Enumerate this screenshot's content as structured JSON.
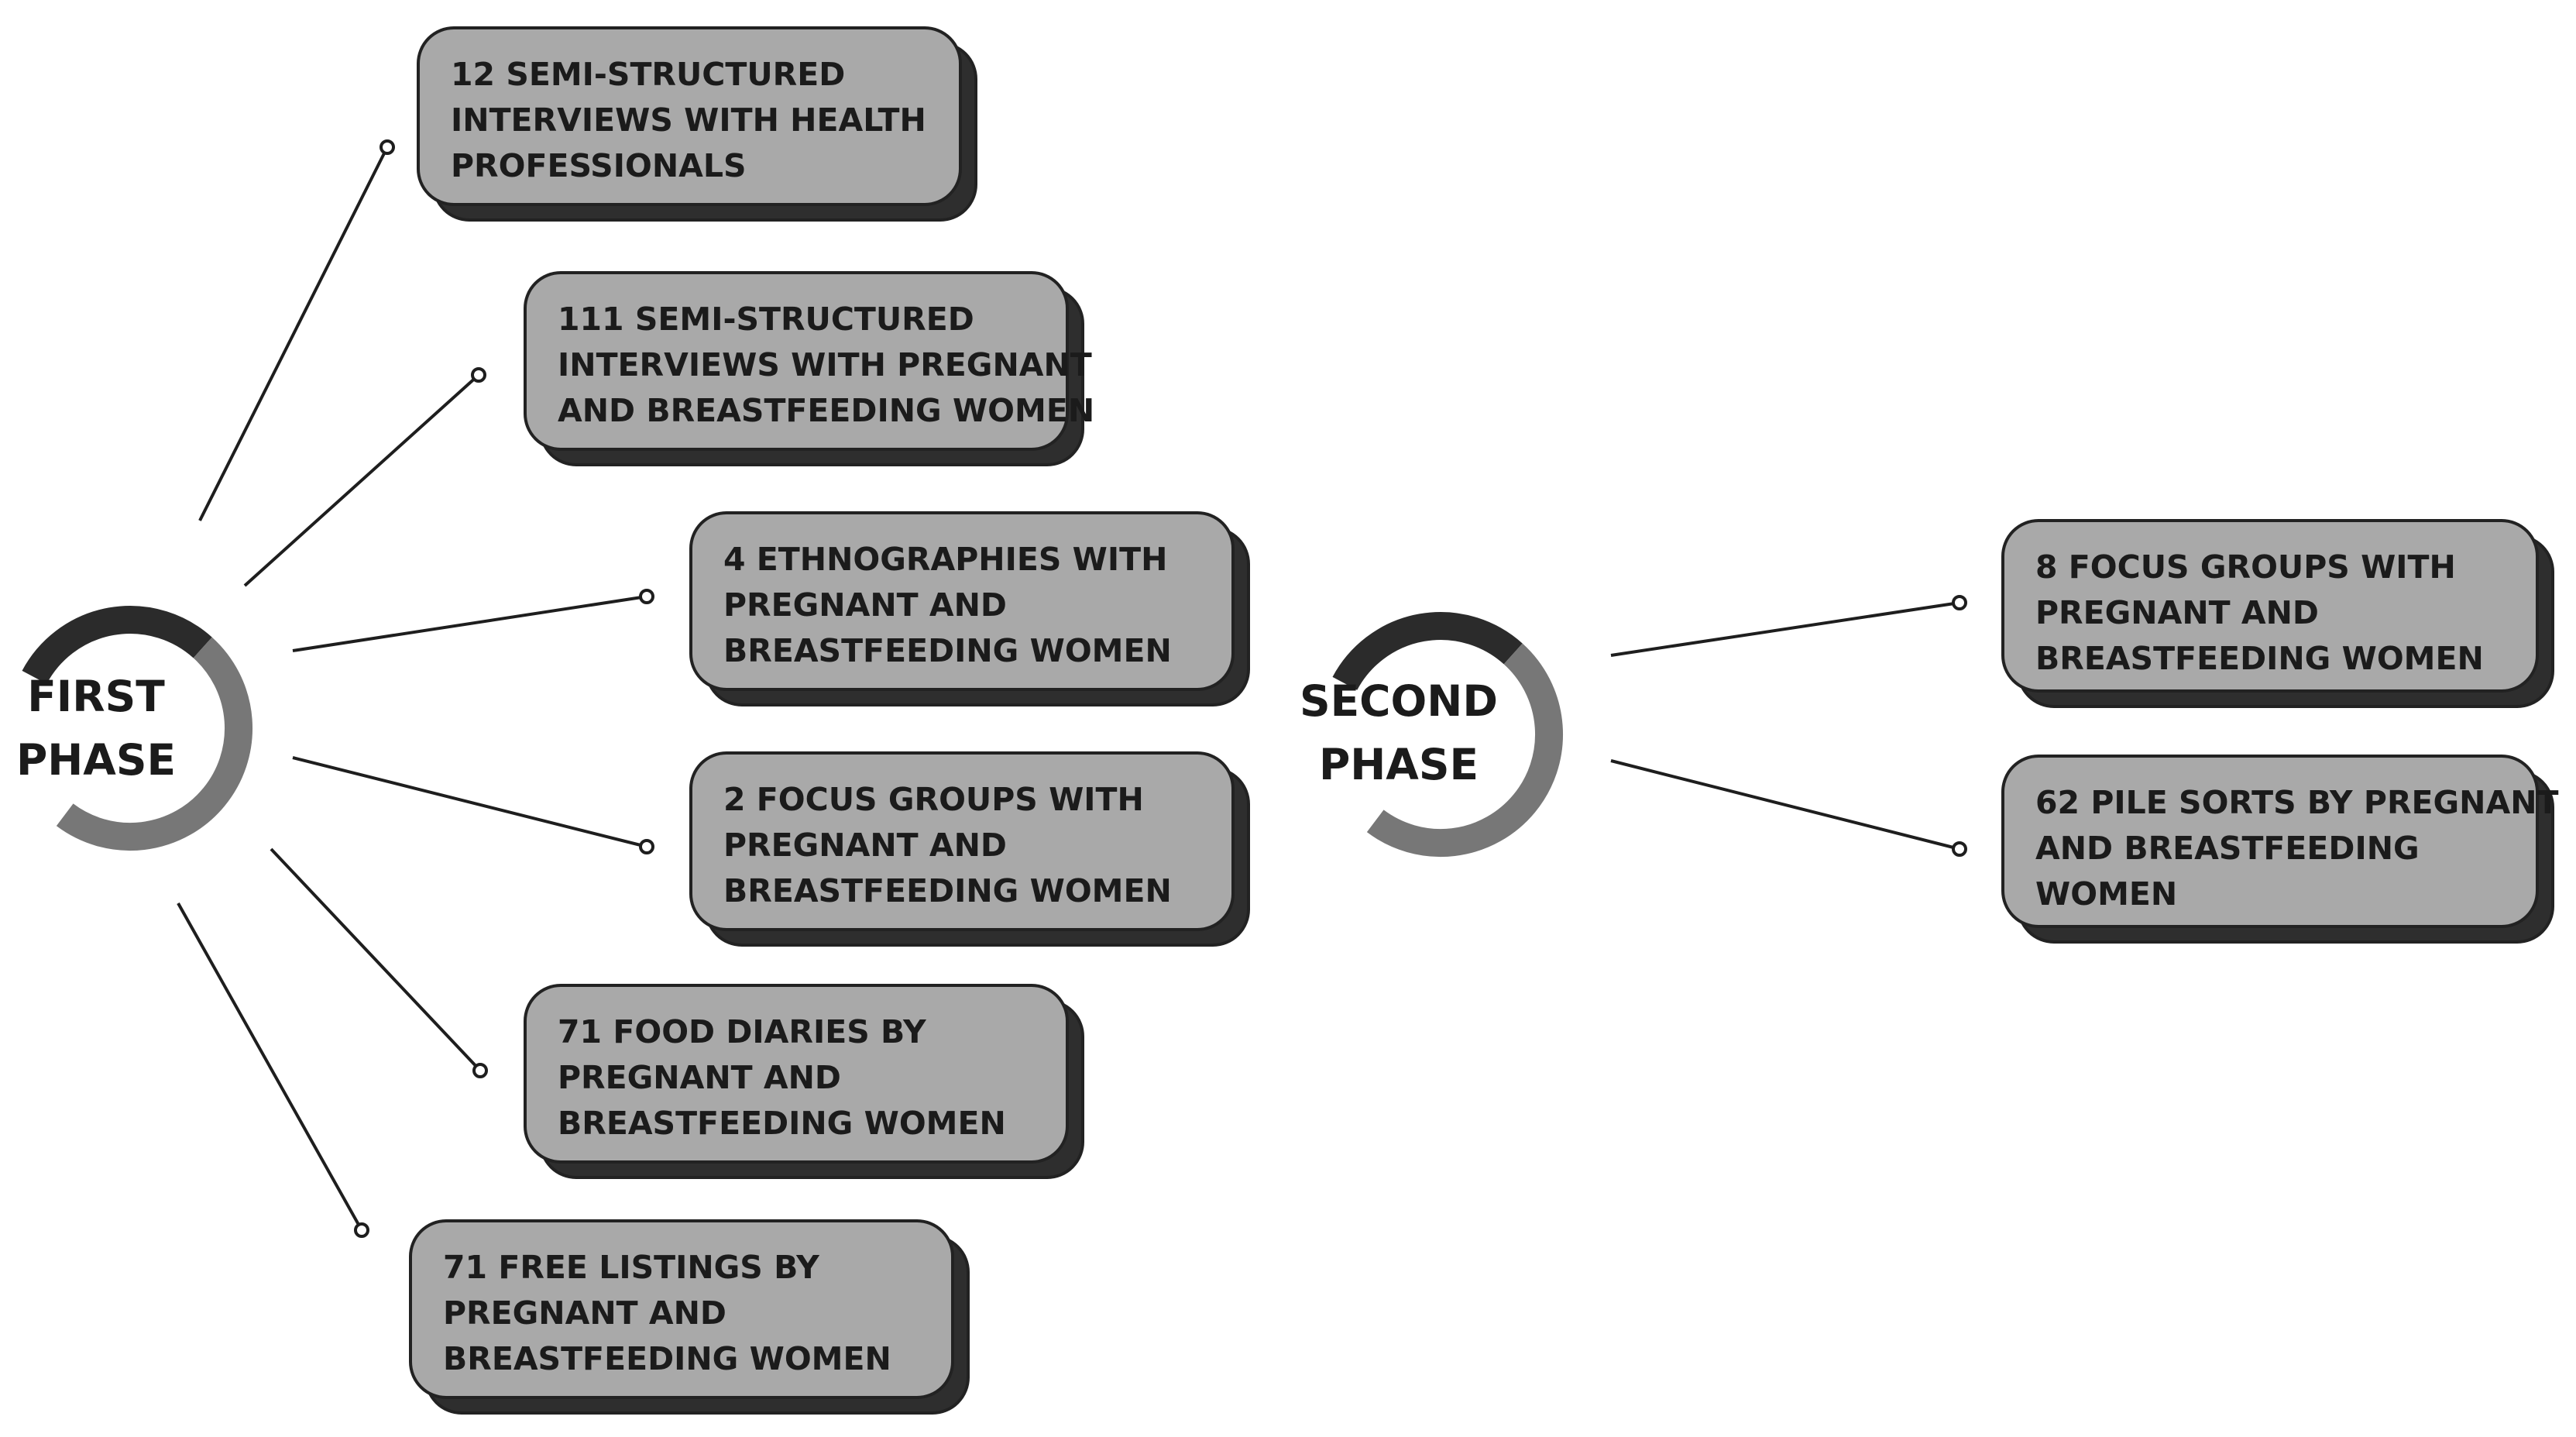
{
  "colors": {
    "box_fill": "#a9a9a9",
    "box_shadow": "#2e2e2e",
    "outline": "#222222",
    "ring_dark": "#2b2b2b",
    "ring_light": "#777777",
    "connector": "#1e1e1e"
  },
  "phases": [
    {
      "id": "first-phase",
      "label_lines": [
        "FIRST",
        "PHASE"
      ],
      "items": [
        {
          "lines": [
            "12 SEMI-STRUCTURED",
            "INTERVIEWS WITH HEALTH",
            "PROFESSIONALS"
          ]
        },
        {
          "lines": [
            "111 SEMI-STRUCTURED",
            "INTERVIEWS WITH PREGNANT",
            "AND  BREASTFEEDING WOMEN"
          ]
        },
        {
          "lines": [
            "4 ETHNOGRAPHIES WITH",
            "PREGNANT AND",
            "BREASTFEEDING WOMEN"
          ]
        },
        {
          "lines": [
            "2 FOCUS GROUPS WITH",
            "PREGNANT AND",
            "BREASTFEEDING WOMEN"
          ]
        },
        {
          "lines": [
            "71 FOOD DIARIES BY",
            "PREGNANT AND",
            "BREASTFEEDING WOMEN"
          ]
        },
        {
          "lines": [
            "71 FREE LISTINGS BY",
            "PREGNANT AND",
            "BREASTFEEDING WOMEN"
          ]
        }
      ]
    },
    {
      "id": "second-phase",
      "label_lines": [
        "SECOND",
        "PHASE"
      ],
      "items": [
        {
          "lines": [
            "8 FOCUS GROUPS WITH",
            "PREGNANT AND",
            "BREASTFEEDING WOMEN"
          ]
        },
        {
          "lines": [
            "62 PILE SORTS BY PREGNANT",
            "AND BREASTFEEDING",
            "WOMEN"
          ]
        }
      ]
    }
  ]
}
